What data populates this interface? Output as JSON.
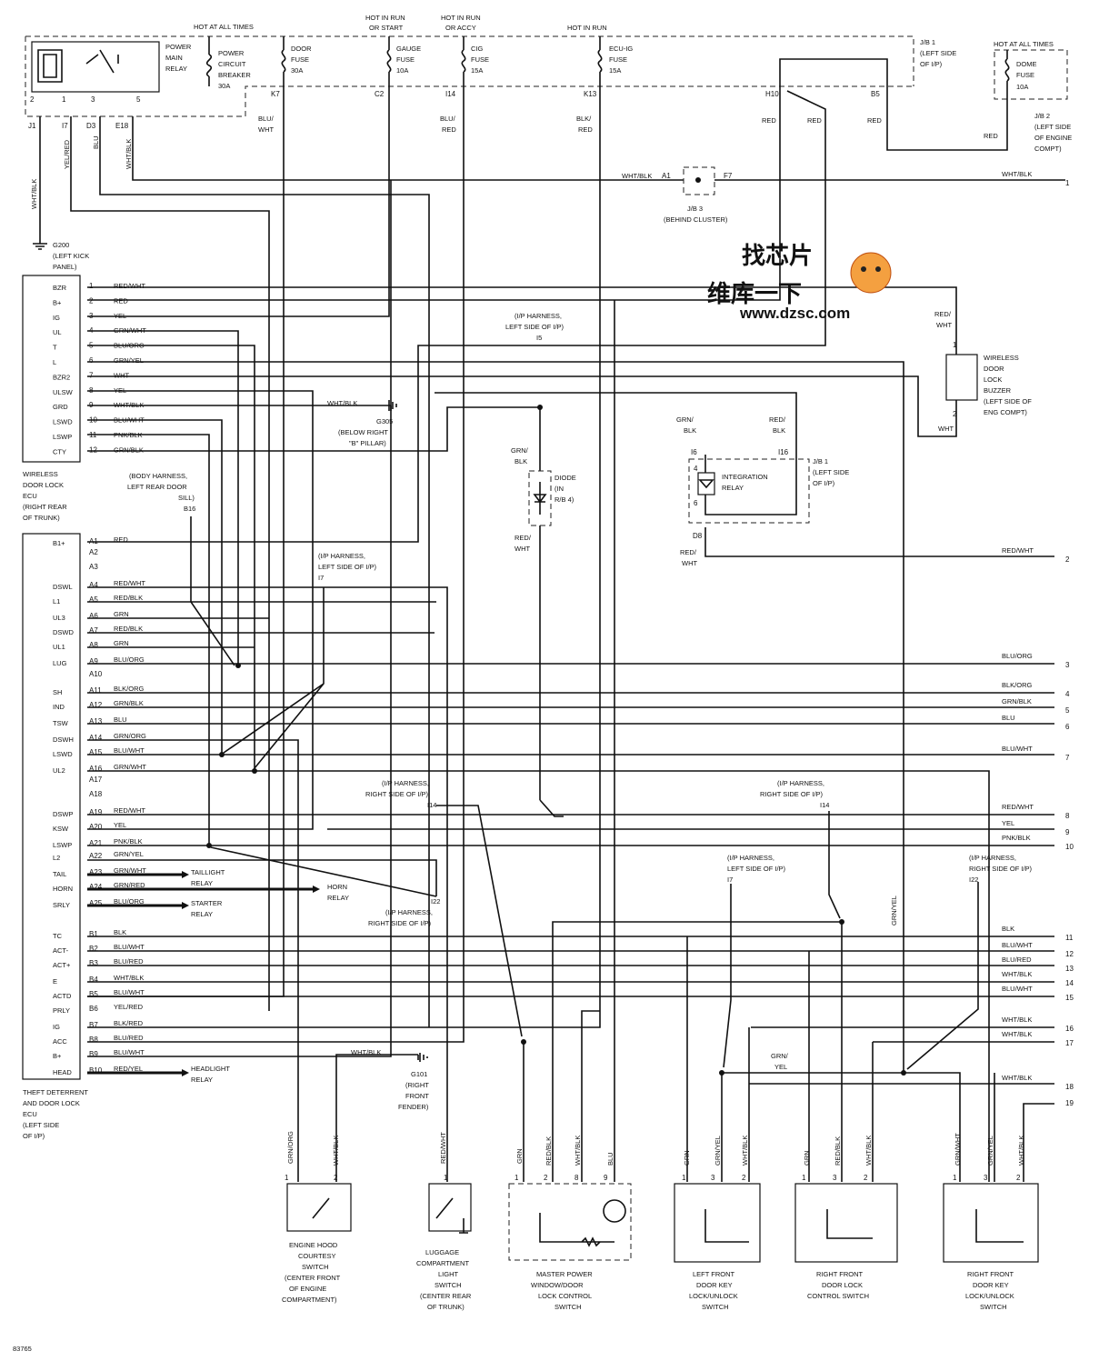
{
  "figure_id": "83765",
  "watermark": {
    "text1": "找芯片",
    "text2": "维库一下",
    "url": "www.dzsc.com"
  },
  "top_labels": [
    "HOT AT ALL TIMES",
    "HOT IN RUN OR START",
    "HOT IN RUN OR ACCY",
    "HOT IN RUN",
    "HOT AT ALL TIMES"
  ],
  "fuses": [
    {
      "name": "POWER MAIN RELAY",
      "term": ""
    },
    {
      "name": "POWER CIRCUIT BREAKER",
      "rating": "30A"
    },
    {
      "name": "DOOR FUSE",
      "rating": "30A",
      "term": "K7",
      "wire": "BLU/ WHT"
    },
    {
      "name": "GAUGE FUSE",
      "rating": "10A",
      "term": "C2"
    },
    {
      "name": "CIG FUSE",
      "rating": "15A",
      "term": "I14",
      "wire": "BLU/ RED"
    },
    {
      "name": "ECU-IG FUSE",
      "rating": "15A",
      "term": "K13",
      "wire": "BLK/ RED"
    },
    {
      "name": "DOME FUSE",
      "rating": "10A"
    }
  ],
  "junction_blocks": {
    "jb1": "J/B 1 (LEFT SIDE OF I/P)",
    "jb2": "J/B 2 (LEFT SIDE OF ENGINE COMPT)",
    "jb3": "J/B 3 (BEHIND CLUSTER)",
    "jb1b": "J/B 1 (LEFT SIDE OF I/P)"
  },
  "relay_pins": [
    "2",
    "1",
    "3",
    "5"
  ],
  "relay_terms": [
    "J1",
    "I7",
    "D3",
    "E18"
  ],
  "relay_wires": [
    "WHT/BLK",
    "YEL/RED",
    "BLU",
    "WHT/BLK"
  ],
  "grounds": {
    "g200": "G200 (LEFT KICK PANEL)",
    "g305": "G305 (BELOW RIGHT \"B\" PILLAR)",
    "g101": "G101 (RIGHT FRONT FENDER)"
  },
  "wireless_ecu": {
    "label": "WIRELESS DOOR LOCK ECU (RIGHT REAR OF TRUNK)",
    "pins": [
      {
        "term": "BZR",
        "num": "1",
        "wire": "RED/WHT"
      },
      {
        "term": "B+",
        "num": "2",
        "wire": "RED"
      },
      {
        "term": "IG",
        "num": "3",
        "wire": "YEL"
      },
      {
        "term": "UL",
        "num": "4",
        "wire": "GRN/WHT"
      },
      {
        "term": "T",
        "num": "5",
        "wire": "BLU/ORG"
      },
      {
        "term": "L",
        "num": "6",
        "wire": "GRN/YEL"
      },
      {
        "term": "BZR2",
        "num": "7",
        "wire": "WHT"
      },
      {
        "term": "ULSW",
        "num": "8",
        "wire": "YEL"
      },
      {
        "term": "GRD",
        "num": "9",
        "wire": "WHT/BLK"
      },
      {
        "term": "LSWD",
        "num": "10",
        "wire": "BLU/WHT"
      },
      {
        "term": "LSWP",
        "num": "11",
        "wire": "PNK/BLK"
      },
      {
        "term": "CTY",
        "num": "12",
        "wire": "GRN/BLK"
      }
    ]
  },
  "theft_ecu": {
    "label": "THEFT DETERRENT AND DOOR LOCK ECU (LEFT SIDE OF I/P)",
    "pins": [
      {
        "term": "B1+",
        "num": "A1",
        "wire": "RED"
      },
      {
        "term": "",
        "num": "A2",
        "wire": ""
      },
      {
        "term": "",
        "num": "A3",
        "wire": ""
      },
      {
        "term": "DSWL",
        "num": "A4",
        "wire": "RED/WHT"
      },
      {
        "term": "L1",
        "num": "A5",
        "wire": "RED/BLK"
      },
      {
        "term": "UL3",
        "num": "A6",
        "wire": "GRN"
      },
      {
        "term": "DSWD",
        "num": "A7",
        "wire": "RED/BLK"
      },
      {
        "term": "UL1",
        "num": "A8",
        "wire": "GRN"
      },
      {
        "term": "LUG",
        "num": "A9",
        "wire": "BLU/ORG"
      },
      {
        "term": "",
        "num": "A10",
        "wire": ""
      },
      {
        "term": "SH",
        "num": "A11",
        "wire": "BLK/ORG"
      },
      {
        "term": "IND",
        "num": "A12",
        "wire": "GRN/BLK"
      },
      {
        "term": "TSW",
        "num": "A13",
        "wire": "BLU"
      },
      {
        "term": "DSWH",
        "num": "A14",
        "wire": "GRN/ORG"
      },
      {
        "term": "LSWD",
        "num": "A15",
        "wire": "BLU/WHT"
      },
      {
        "term": "UL2",
        "num": "A16",
        "wire": "GRN/WHT"
      },
      {
        "term": "",
        "num": "A17",
        "wire": ""
      },
      {
        "term": "",
        "num": "A18",
        "wire": ""
      },
      {
        "term": "DSWP",
        "num": "A19",
        "wire": "RED/WHT"
      },
      {
        "term": "KSW",
        "num": "A20",
        "wire": "YEL"
      },
      {
        "term": "LSWP",
        "num": "A21",
        "wire": "PNK/BLK"
      },
      {
        "term": "L2",
        "num": "A22",
        "wire": "GRN/YEL"
      },
      {
        "term": "TAIL",
        "num": "A23",
        "wire": "GRN/WHT"
      },
      {
        "term": "HORN",
        "num": "A24",
        "wire": "GRN/RED"
      },
      {
        "term": "SRLY",
        "num": "A25",
        "wire": "BLU/ORG"
      },
      {
        "term": "TC",
        "num": "B1",
        "wire": "BLK"
      },
      {
        "term": "ACT-",
        "num": "B2",
        "wire": "BLU/WHT"
      },
      {
        "term": "ACT+",
        "num": "B3",
        "wire": "BLU/RED"
      },
      {
        "term": "E",
        "num": "B4",
        "wire": "WHT/BLK"
      },
      {
        "term": "ACTD",
        "num": "B5",
        "wire": "BLU/WHT"
      },
      {
        "term": "PRLY",
        "num": "B6",
        "wire": "YEL/RED"
      },
      {
        "term": "IG",
        "num": "B7",
        "wire": "BLK/RED"
      },
      {
        "term": "ACC",
        "num": "B8",
        "wire": "BLU/RED"
      },
      {
        "term": "B+",
        "num": "B9",
        "wire": "BLU/WHT"
      },
      {
        "term": "HEAD",
        "num": "B10",
        "wire": "RED/YEL"
      }
    ]
  },
  "relay_outputs": {
    "taillight": "TAILLIGHT RELAY",
    "horn": "HORN RELAY",
    "starter": "STARTER RELAY",
    "headlight": "HEADLIGHT RELAY"
  },
  "right_outputs": [
    {
      "wire": "WHT/BLK",
      "num": "1"
    },
    {
      "wire": "RED/WHT",
      "num": "2"
    },
    {
      "wire": "BLU/ORG",
      "num": "3"
    },
    {
      "wire": "BLK/ORG",
      "num": "4"
    },
    {
      "wire": "GRN/BLK",
      "num": "5"
    },
    {
      "wire": "BLU",
      "num": "6"
    },
    {
      "wire": "BLU/WHT",
      "num": "7"
    },
    {
      "wire": "RED/WHT",
      "num": "8"
    },
    {
      "wire": "YEL",
      "num": "9"
    },
    {
      "wire": "PNK/BLK",
      "num": "10"
    },
    {
      "wire": "BLK",
      "num": "11"
    },
    {
      "wire": "BLU/WHT",
      "num": "12"
    },
    {
      "wire": "BLU/RED",
      "num": "13"
    },
    {
      "wire": "WHT/BLK",
      "num": "14"
    },
    {
      "wire": "BLU/WHT",
      "num": "15"
    },
    {
      "wire": "WHT/BLK",
      "num": "16"
    },
    {
      "wire": "WHT/BLK",
      "num": "17"
    },
    {
      "wire": "WHT/BLK",
      "num": "18"
    },
    {
      "wire": "",
      "num": "19"
    }
  ],
  "harness_labels": {
    "i5": "(I/P HARNESS, LEFT SIDE OF I/P) I5",
    "b16": "(BODY HARNESS, LEFT REAR DOOR SILL) B16",
    "i7": "(I/P HARNESS, LEFT SIDE OF I/P) I7",
    "i14a": "(I/P HARNESS, RIGHT SIDE OF I/P) I14",
    "i14b": "(I/P HARNESS, RIGHT SIDE OF I/P) I14",
    "i22a": "(I/P HARNESS, RIGHT SIDE OF I/P) I22",
    "i7b": "(I/P HARNESS, LEFT SIDE OF I/P) I7",
    "i22b": "(I/P HARNESS, RIGHT SIDE OF I/P) I22"
  },
  "components": {
    "diode": "DIODE (IN R/B 4)",
    "integration_relay": "INTEGRATION RELAY",
    "buzzer": "WIRELESS DOOR LOCK BUZZER (LEFT SIDE OF ENG COMPT)",
    "j3_terms": [
      "A1",
      "F7"
    ]
  },
  "switches": [
    {
      "label": "ENGINE HOOD COURTESY SWITCH (CENTER FRONT OF ENGINE COMPARTMENT)",
      "wires": [
        "GRN/ORG",
        "WHT/BLK"
      ]
    },
    {
      "label": "LUGGAGE COMPARTMENT LIGHT SWITCH (CENTER REAR OF TRUNK)",
      "wires": [
        "RED/WHT"
      ]
    },
    {
      "label": "MASTER POWER WINDOW/DOOR LOCK CONTROL SWITCH",
      "wires": [
        "GRN",
        "RED/BLK",
        "WHT/BLK",
        "BLU"
      ]
    },
    {
      "label": "LEFT FRONT DOOR KEY LOCK/UNLOCK SWITCH",
      "wires": [
        "GRN",
        "GRN/YEL",
        "WHT/BLK"
      ]
    },
    {
      "label": "RIGHT FRONT DOOR LOCK CONTROL SWITCH",
      "wires": [
        "GRN",
        "RED/BLK",
        "WHT/BLK"
      ]
    },
    {
      "label": "RIGHT FRONT DOOR KEY LOCK/UNLOCK SWITCH",
      "wires": [
        "GRN/WHT",
        "GRN/YEL",
        "WHT/BLK"
      ]
    }
  ]
}
